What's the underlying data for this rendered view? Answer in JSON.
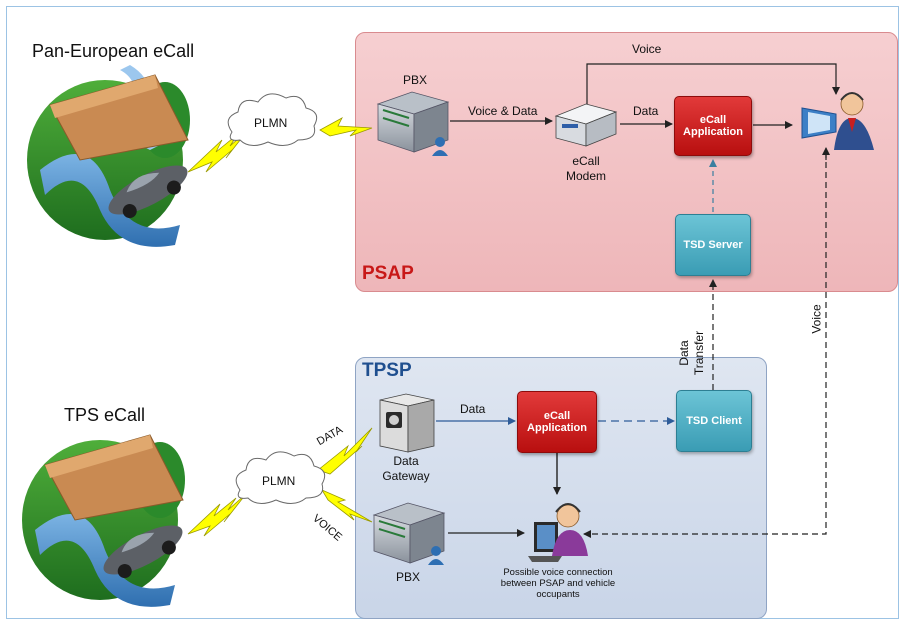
{
  "headings": {
    "pan_european": "Pan-European eCall",
    "tps": "TPS eCall"
  },
  "regions": {
    "psap": "PSAP",
    "tpsp": "TPSP"
  },
  "nodes": {
    "plmn_top": "PLMN",
    "plmn_bottom": "PLMN",
    "pbx_top": "PBX",
    "pbx_bottom": "PBX",
    "ecall_modem": "eCall Modem",
    "ecall_app_psap": "eCall Application",
    "tsd_server": "TSD Server",
    "data_gateway": "Data Gateway",
    "ecall_app_tpsp": "eCall Application",
    "tsd_client": "TSD Client"
  },
  "edges": {
    "voice_and_data": "Voice & Data",
    "data_psap": "Data",
    "voice_top": "Voice",
    "data_transfer": "Data Transfer",
    "voice_vertical": "Voice",
    "data_tpsp": "Data",
    "data_link": "DATA",
    "voice_link": "VOICE"
  },
  "notes": {
    "voice_connection": "Possible voice connection between PSAP and vehicle occupants"
  },
  "colors": {
    "psap_fill": "#f0bdc0",
    "tpsp_fill": "#d2dcec",
    "app_red": "#c81f1f",
    "tsd_teal": "#4aaec4",
    "lightning": "#ffff00"
  }
}
